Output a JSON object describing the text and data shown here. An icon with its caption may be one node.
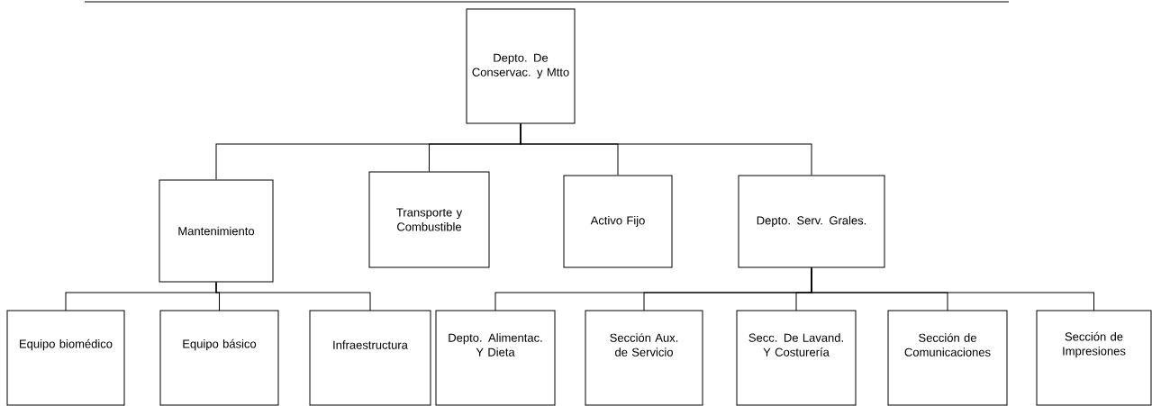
{
  "diagram": {
    "nodes": [
      {
        "text": [
          "Depto. De Conservac. y Mtto"
        ]
      },
      {
        "text": [
          "Mantenimiento"
        ]
      },
      {
        "text": [
          "Transporte y Combustible"
        ]
      },
      {
        "text": [
          "Activo Fijo"
        ]
      },
      {
        "text": [
          "Depto. Serv. Grales."
        ]
      },
      {
        "text": [
          "Equipo biomédico"
        ]
      },
      {
        "text": [
          "Equipo básico"
        ]
      },
      {
        "text": [
          "Infraestructura"
        ]
      },
      {
        "text": [
          "Depto. Alimentac. Y Dieta"
        ]
      },
      {
        "text": [
          "Sección Aux. de Servicio"
        ]
      },
      {
        "text": [
          "Secc. De Lavand. Y Costurería"
        ]
      },
      {
        "text": [
          "Sección de Comunicaciones"
        ]
      },
      {
        "text": [
          "Sección de Impresiones"
        ]
      }
    ],
    "edges": [
      {
        "from": 0,
        "to": 1,
        "arrow": "none"
      },
      {
        "from": 0,
        "to": 2,
        "arrow": "none"
      },
      {
        "from": 0,
        "to": 3,
        "arrow": "none"
      },
      {
        "from": 0,
        "to": 4,
        "arrow": "none"
      },
      {
        "from": 1,
        "to": 5,
        "arrow": "none"
      },
      {
        "from": 1,
        "to": 6,
        "arrow": "none"
      },
      {
        "from": 1,
        "to": 7,
        "arrow": "none"
      },
      {
        "from": 4,
        "to": 8,
        "arrow": "none"
      },
      {
        "from": 4,
        "to": 9,
        "arrow": "none"
      },
      {
        "from": 4,
        "to": 10,
        "arrow": "none"
      },
      {
        "from": 4,
        "to": 11,
        "arrow": "none"
      },
      {
        "from": 4,
        "to": 12,
        "arrow": "none"
      }
    ]
  }
}
